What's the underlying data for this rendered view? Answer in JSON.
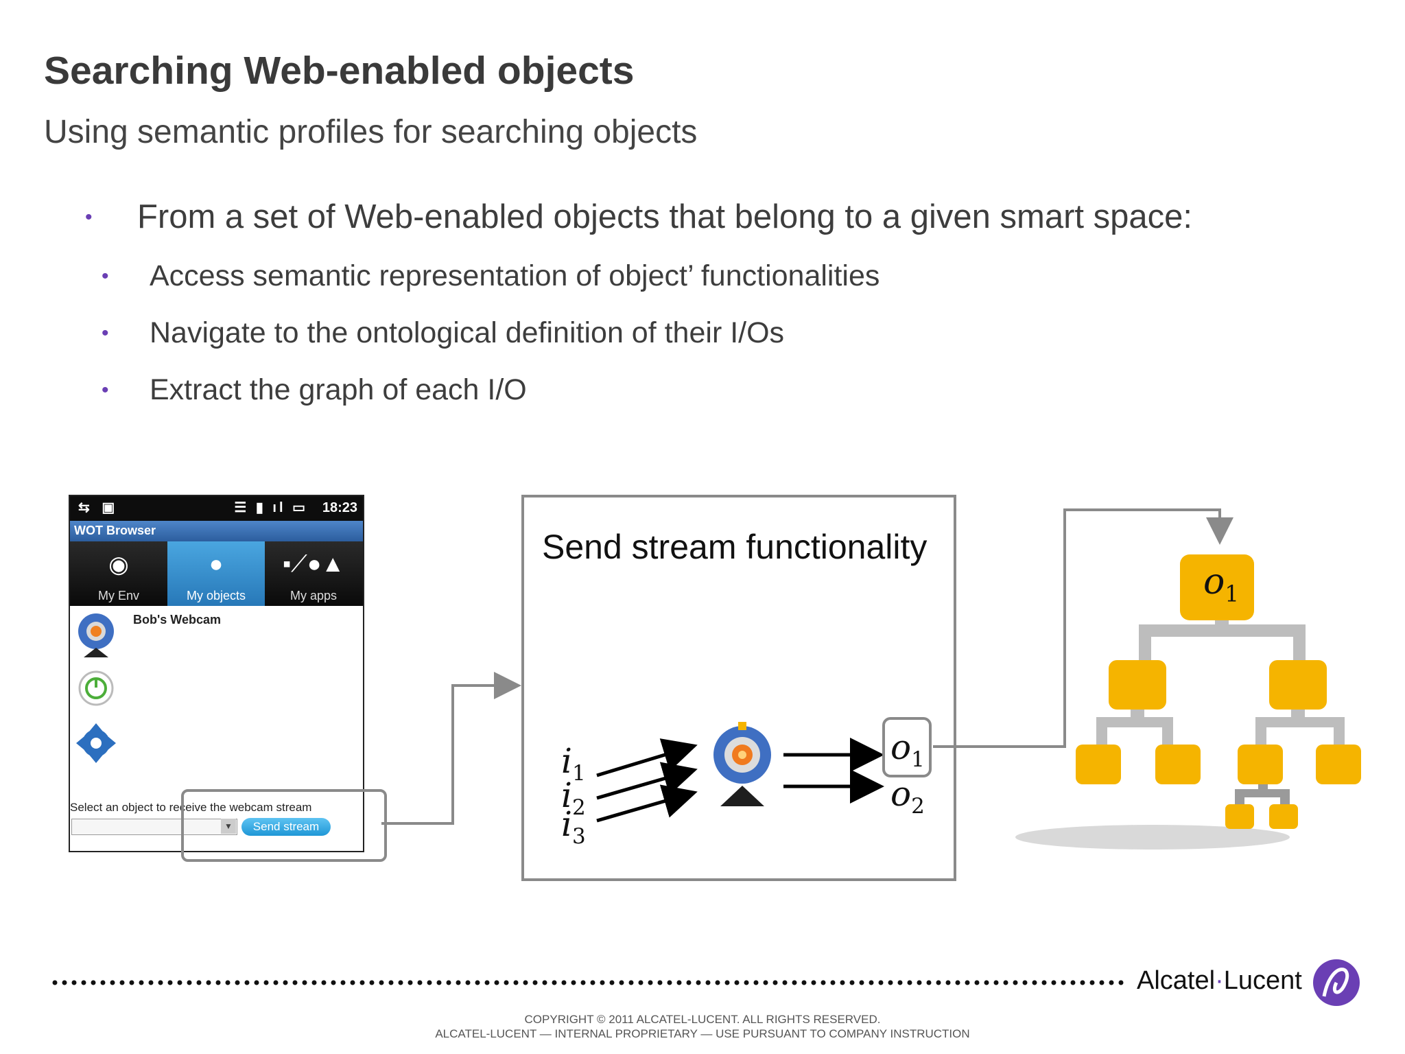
{
  "slide": {
    "title": "Searching Web-enabled objects",
    "subtitle": "Using semantic profiles for searching objects",
    "bullets": [
      {
        "level": 1,
        "text": "From a set of Web-enabled objects that belong to a given smart space:"
      },
      {
        "level": 2,
        "text": "Access semantic representation of object’ functionalities"
      },
      {
        "level": 2,
        "text": "Navigate to the ontological definition of their I/Os"
      },
      {
        "level": 2,
        "text": "Extract the graph of each I/O"
      }
    ]
  },
  "phone": {
    "time": "18:23",
    "app_title": "WOT Browser",
    "tabs": [
      {
        "label": "My Env",
        "icon": "eye-icon",
        "active": false
      },
      {
        "label": "My objects",
        "icon": "people-icon",
        "active": true
      },
      {
        "label": "My apps",
        "icon": "network-icon",
        "active": false
      }
    ],
    "item_title": "Bob's Webcam",
    "item_icons": [
      "webcam-icon",
      "power-icon",
      "dpad-icon"
    ],
    "select_label": "Select an object to receive the webcam stream",
    "button_label": "Send stream"
  },
  "diagram": {
    "box_title": "Send stream functionality",
    "inputs": [
      {
        "base": "i",
        "sub": "1"
      },
      {
        "base": "i",
        "sub": "2"
      },
      {
        "base": "i",
        "sub": "3"
      }
    ],
    "outputs": [
      {
        "base": "o",
        "sub": "1"
      },
      {
        "base": "o",
        "sub": "2"
      }
    ],
    "tree_root": {
      "base": "o",
      "sub": "1"
    },
    "colors": {
      "node": "#f5b400",
      "connector": "#b8b8b8",
      "box_border": "#8a8a8a",
      "accent": "#6a3fb4"
    }
  },
  "footer": {
    "brand_left": "Alcatel",
    "brand_sep": "·",
    "brand_right": "Lucent",
    "copyright_line1": "COPYRIGHT © 2011 ALCATEL-LUCENT.  ALL RIGHTS RESERVED.",
    "copyright_line2": "ALCATEL-LUCENT — INTERNAL PROPRIETARY —  USE PURSUANT TO COMPANY INSTRUCTION"
  }
}
